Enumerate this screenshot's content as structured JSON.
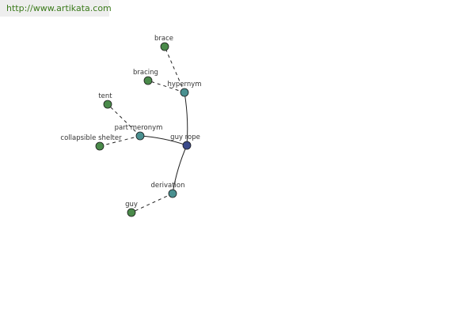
{
  "banner": {
    "url": "http://www.artikata.com"
  },
  "colors": {
    "word_node": "#4a8a4a",
    "relation_node": "#4a9090",
    "center_node": "#3a4a8a",
    "edge": "#222222"
  },
  "graph": {
    "nodes": [
      {
        "id": "brace",
        "label": "brace",
        "kind": "word"
      },
      {
        "id": "bracing",
        "label": "bracing",
        "kind": "word"
      },
      {
        "id": "hypernym",
        "label": "hypernym",
        "kind": "relation"
      },
      {
        "id": "tent",
        "label": "tent",
        "kind": "word"
      },
      {
        "id": "part-meronym",
        "label": "part meronym",
        "kind": "relation"
      },
      {
        "id": "collapsible-shelter",
        "label": "collapsible shelter",
        "kind": "word"
      },
      {
        "id": "guy-rope",
        "label": "guy rope",
        "kind": "center"
      },
      {
        "id": "derivation",
        "label": "derivation",
        "kind": "relation"
      },
      {
        "id": "guy",
        "label": "guy",
        "kind": "word"
      }
    ],
    "edges": [
      {
        "from": "guy-rope",
        "to": "hypernym",
        "style": "solid"
      },
      {
        "from": "guy-rope",
        "to": "part-meronym",
        "style": "solid"
      },
      {
        "from": "guy-rope",
        "to": "derivation",
        "style": "solid"
      },
      {
        "from": "hypernym",
        "to": "brace",
        "style": "dashed"
      },
      {
        "from": "hypernym",
        "to": "bracing",
        "style": "dashed"
      },
      {
        "from": "part-meronym",
        "to": "tent",
        "style": "dashed"
      },
      {
        "from": "part-meronym",
        "to": "collapsible-shelter",
        "style": "dashed"
      },
      {
        "from": "derivation",
        "to": "guy",
        "style": "dashed"
      }
    ]
  }
}
